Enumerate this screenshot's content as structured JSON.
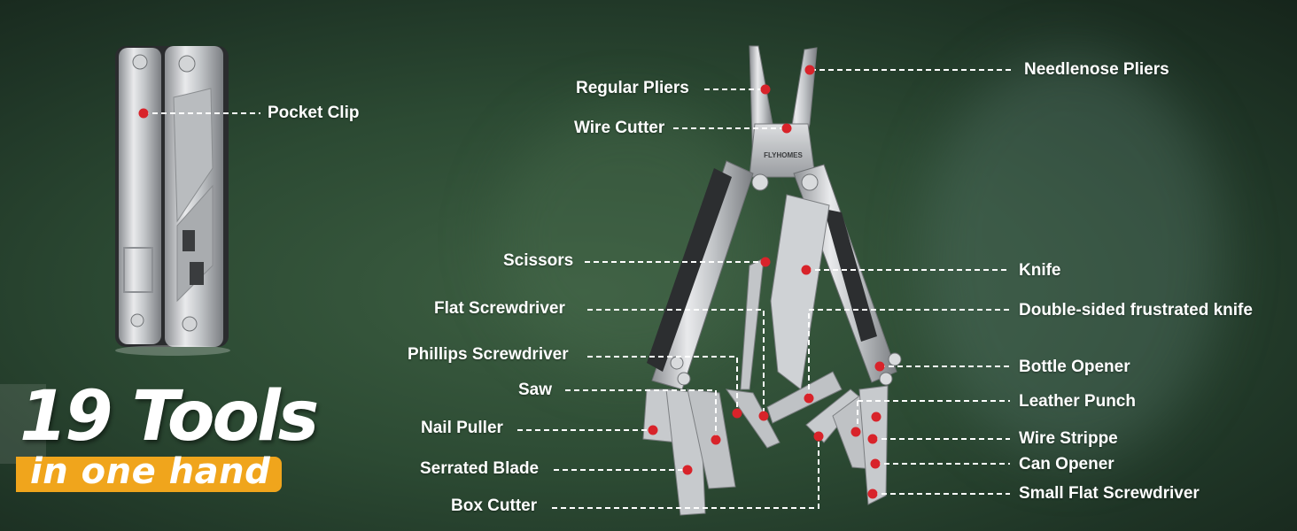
{
  "headline": {
    "title": "19 Tools",
    "subtitle": "in one hand"
  },
  "brand": "FLYHOMES",
  "labels": {
    "pocket_clip": "Pocket Clip",
    "regular_pliers": "Regular Pliers",
    "wire_cutter": "Wire Cutter",
    "needlenose_pliers": "Needlenose Pliers",
    "scissors": "Scissors",
    "knife": "Knife",
    "flat_screwdriver": "Flat Screwdriver",
    "double_sided_knife": "Double-sided frustrated knife",
    "phillips_screwdriver": "Phillips Screwdriver",
    "bottle_opener": "Bottle Opener",
    "saw": "Saw",
    "leather_punch": "Leather Punch",
    "nail_puller": "Nail Puller",
    "wire_stripper": "Wire Strippe",
    "serrated_blade": "Serrated Blade",
    "can_opener": "Can Opener",
    "box_cutter": "Box Cutter",
    "small_flat_screwdriver": "Small Flat Screwdriver"
  },
  "colors": {
    "accent": "#f0a51c",
    "marker": "#d8232a",
    "leader_line": "#ffffff",
    "background": "#2c4a33"
  }
}
